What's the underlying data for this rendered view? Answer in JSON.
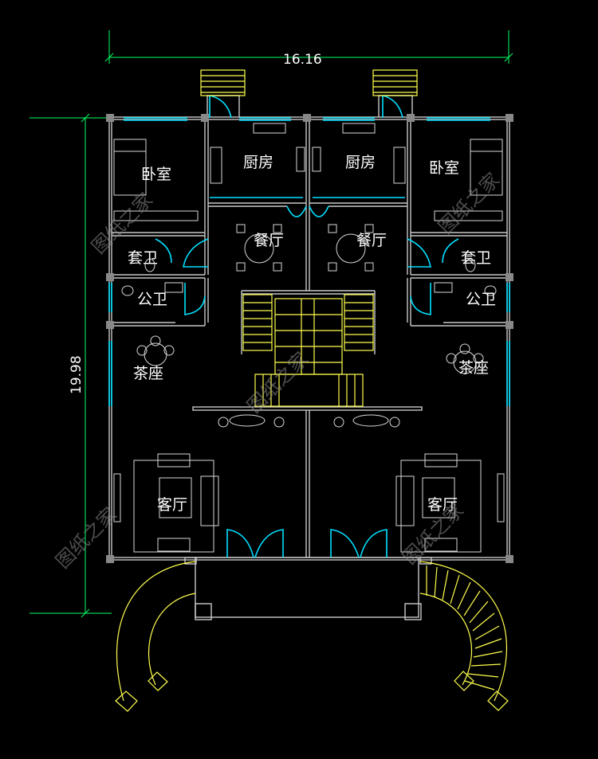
{
  "dimensions": {
    "width": "16.16",
    "height": "19.98"
  },
  "rooms": {
    "bedroom_left": "卧室",
    "bedroom_right": "卧室",
    "kitchen_left": "厨房",
    "kitchen_right": "厨房",
    "dining_left": "餐厅",
    "dining_right": "餐厅",
    "ensuite_left": "套卫",
    "ensuite_right": "套卫",
    "public_bath_left": "公卫",
    "public_bath_right": "公卫",
    "tea_left": "茶座",
    "tea_right": "茶座",
    "living_left": "客厅",
    "living_right": "客厅"
  },
  "watermark": "图纸之家",
  "colors": {
    "background": "#000000",
    "wall": "#c8c8c8",
    "window": "#00e0ff",
    "stair": "#ffff4d",
    "dimension": "#00ff66",
    "furniture": "#d8d8d8"
  }
}
